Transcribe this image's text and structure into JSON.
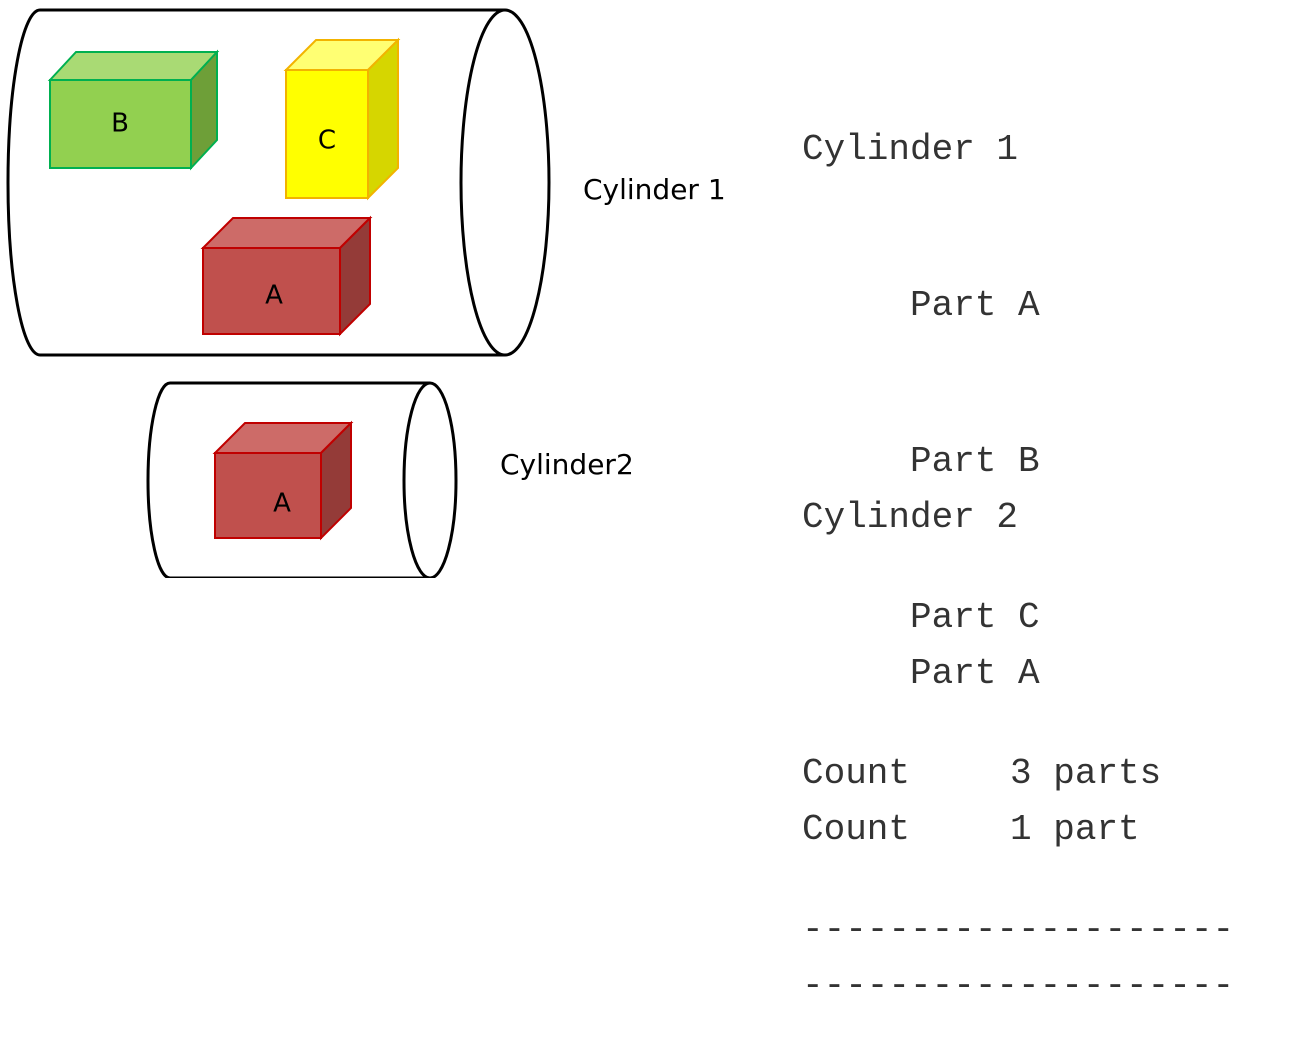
{
  "colors": {
    "box_green": "#92D050",
    "box_yellow": "#FFFF00",
    "box_red": "#C0504D",
    "outline": "#000000"
  },
  "diagram": {
    "cylinder_1": {
      "label": "Cylinder 1",
      "boxes": [
        {
          "label": "B",
          "color": "green"
        },
        {
          "label": "C",
          "color": "yellow"
        },
        {
          "label": "A",
          "color": "red"
        }
      ]
    },
    "cylinder_2": {
      "label": "Cylinder2",
      "boxes": [
        {
          "label": "A",
          "color": "red"
        }
      ]
    }
  },
  "listing_1": {
    "title": "Cylinder 1",
    "parts": [
      "Part A",
      "Part B",
      "Part C"
    ],
    "count_label": "Count",
    "count_value": "3 parts",
    "separator": "--------------------"
  },
  "listing_2": {
    "title": "Cylinder 2",
    "parts": [
      "Part A"
    ],
    "count_label": "Count",
    "count_value": "1 part",
    "separator": "--------------------"
  }
}
